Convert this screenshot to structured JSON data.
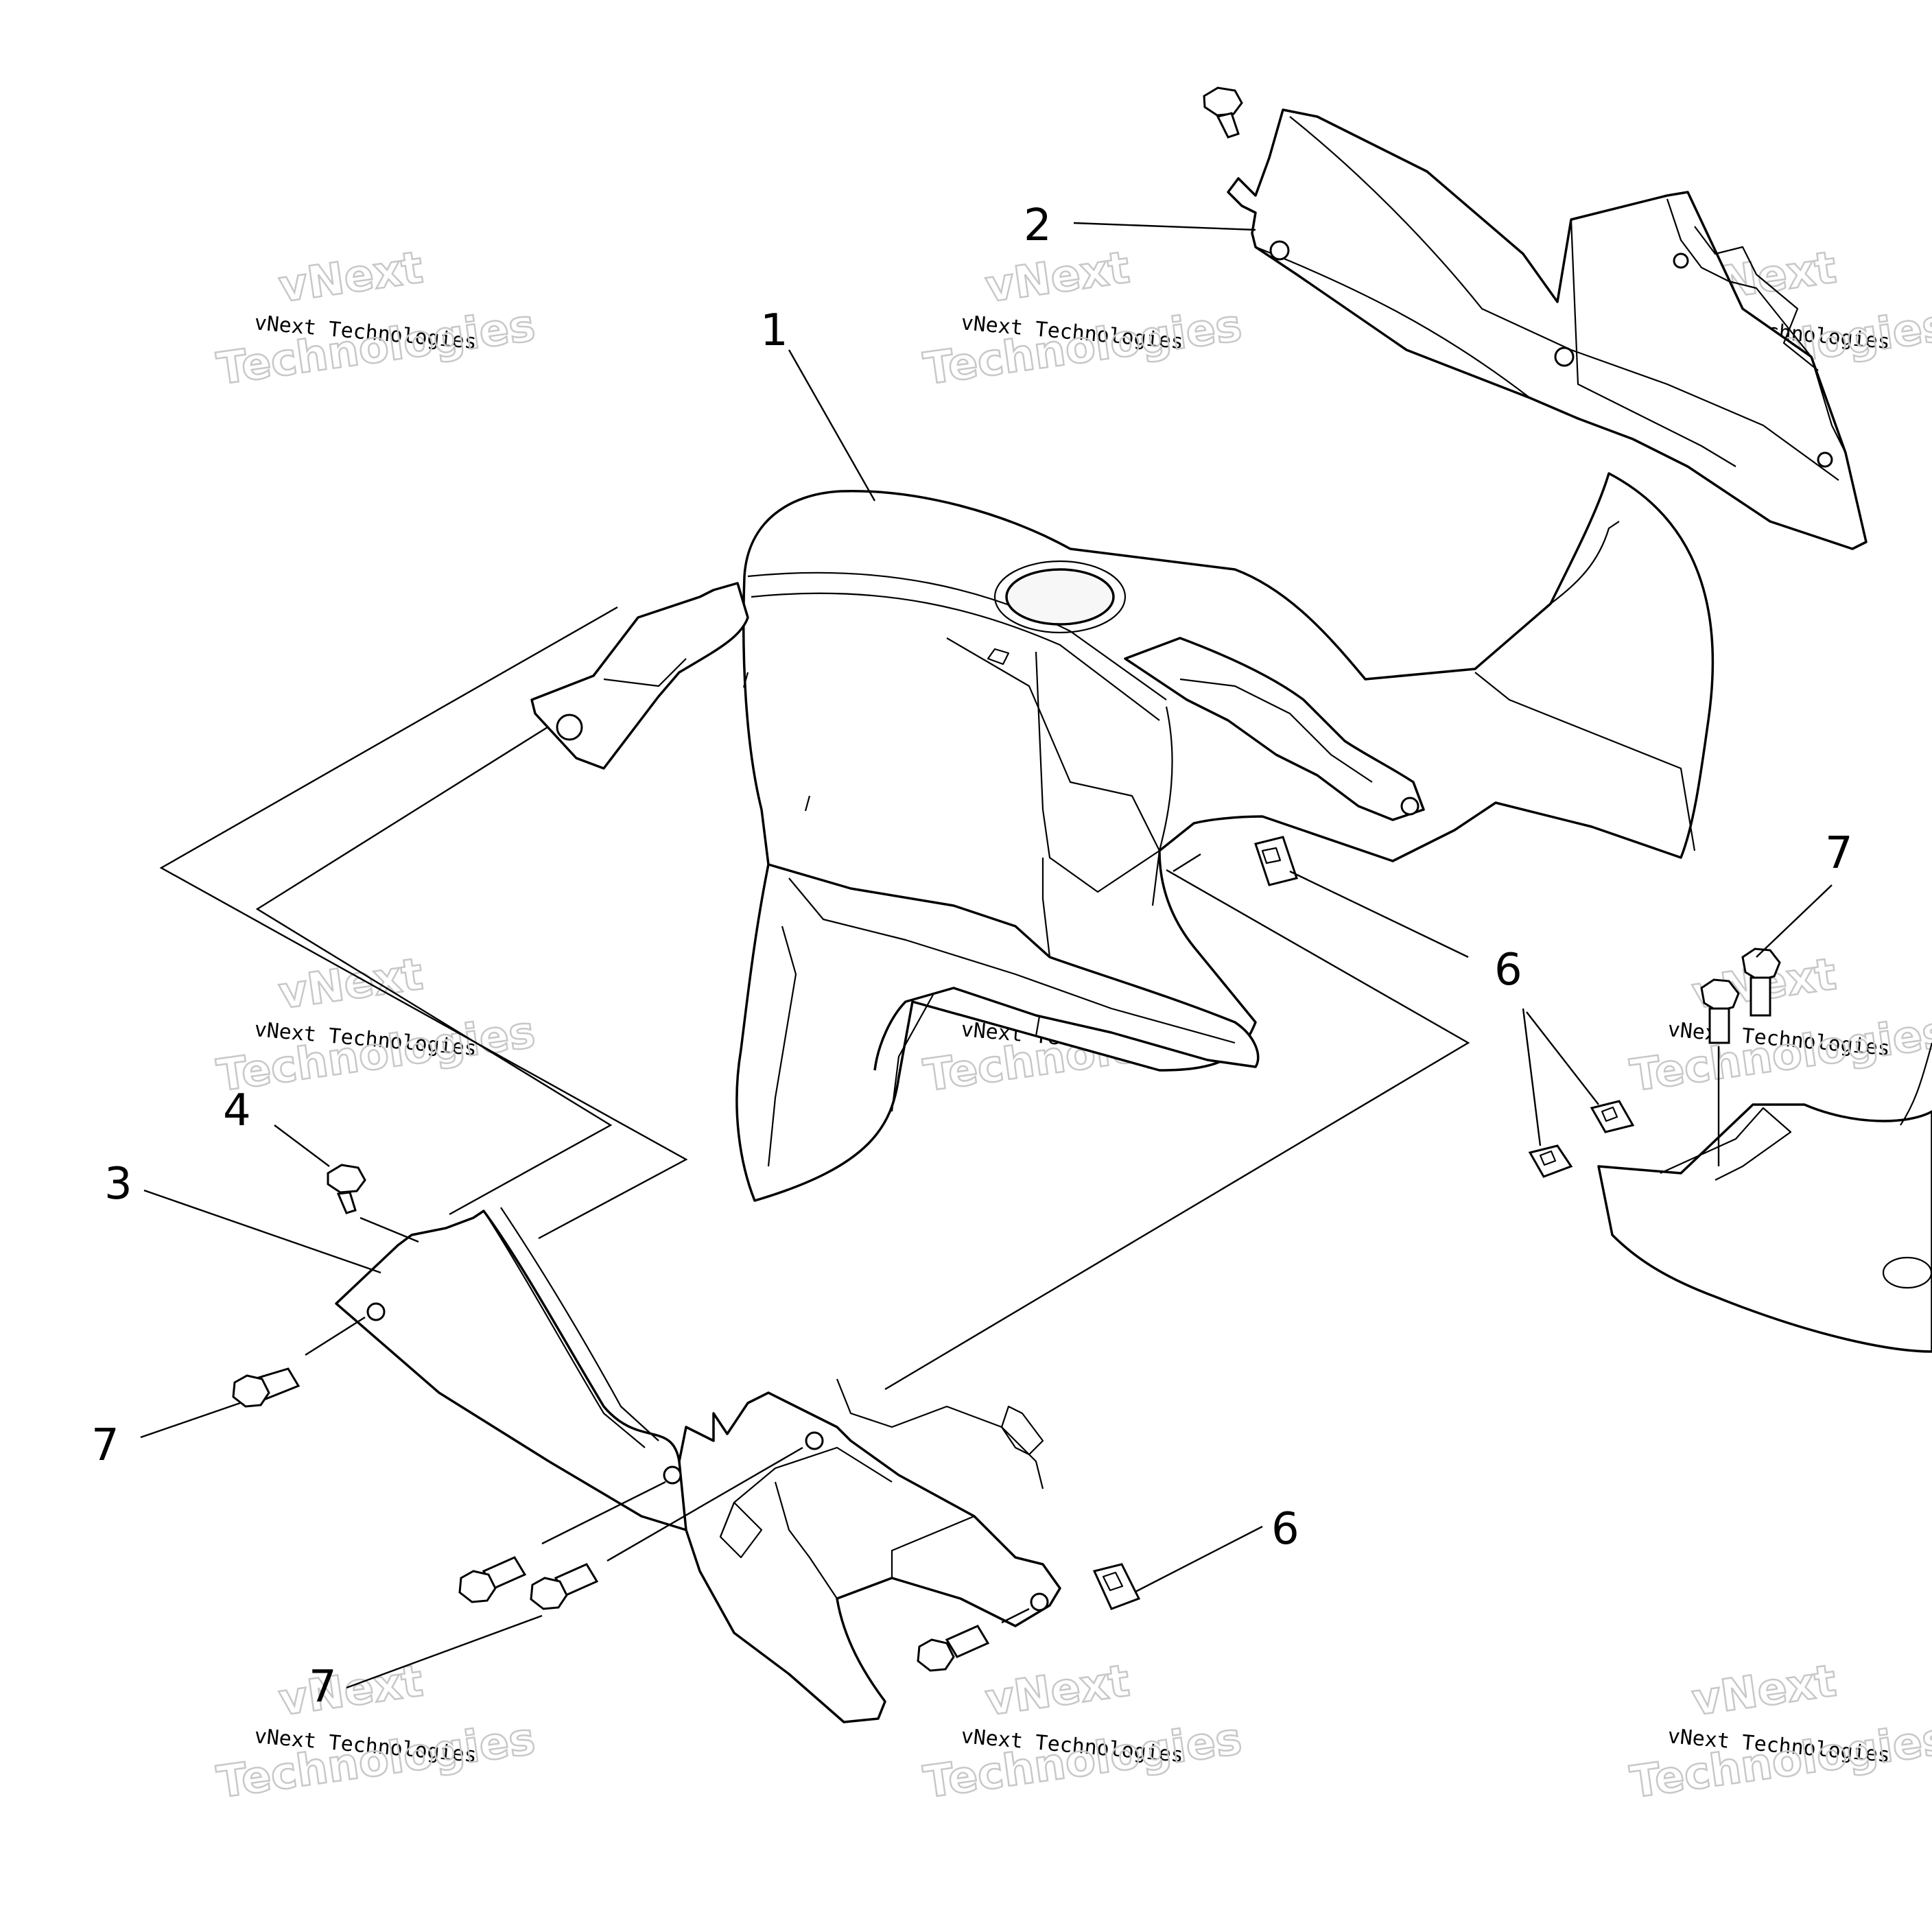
{
  "callouts": {
    "c1": "1",
    "c2": "2",
    "c3": "3",
    "c4": "4",
    "c6a": "6",
    "c6b": "6",
    "c7a": "7",
    "c7b": "7",
    "c7c": "7"
  },
  "watermark": {
    "top_word": "vNext",
    "line": "vNext Technologies",
    "big_word": "Technologies"
  },
  "colors": {
    "line": "#000000",
    "background": "#ffffff",
    "watermark_outline": "#c8c8c8"
  }
}
